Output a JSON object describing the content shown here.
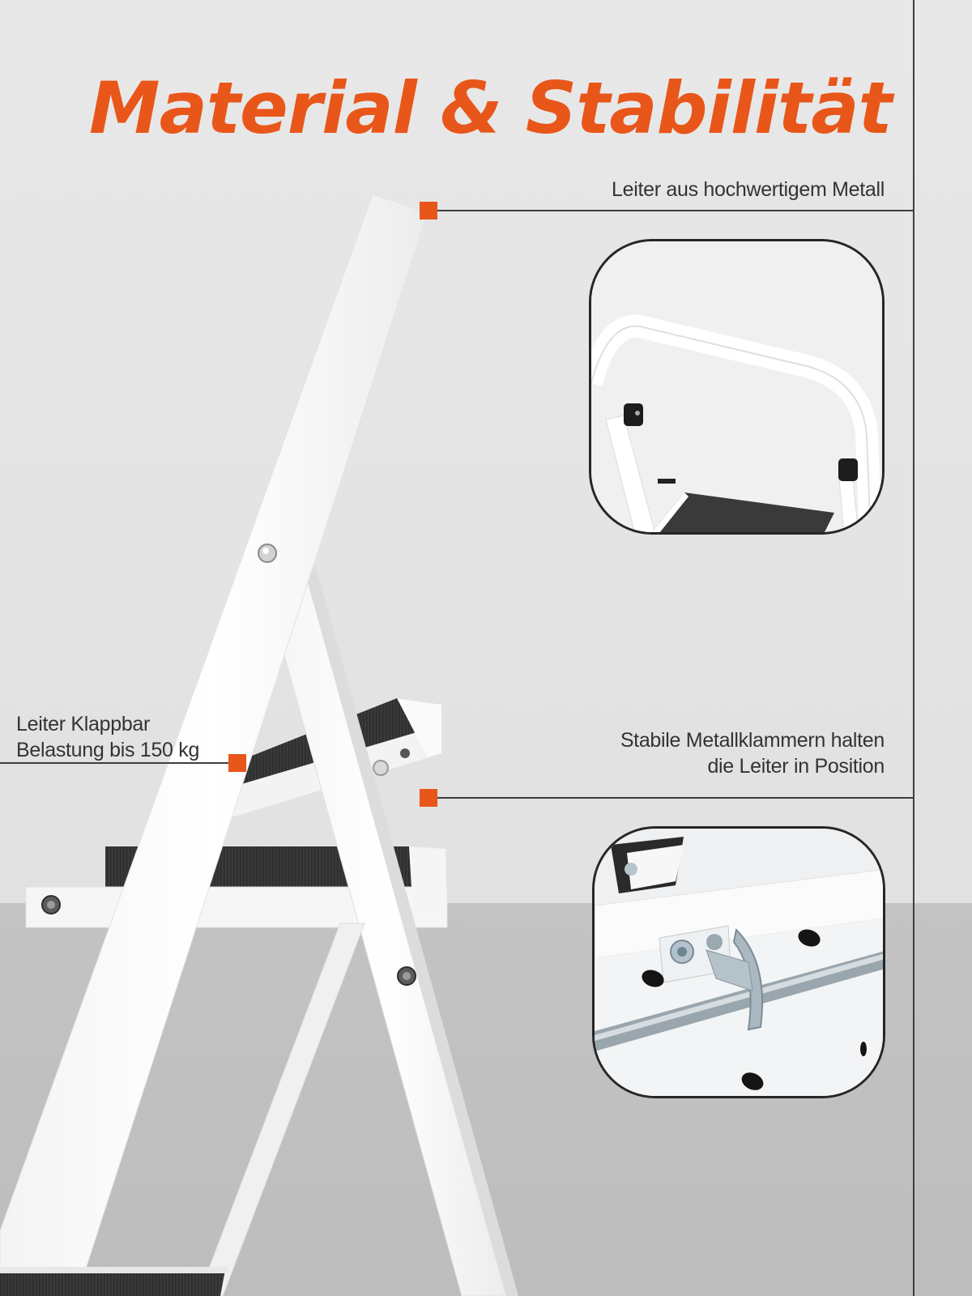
{
  "title": "Material & Stabilität",
  "colors": {
    "accent": "#e8561a",
    "text": "#333333",
    "line": "#3e3e3e",
    "wall": "#e6e6e6",
    "floor": "#c0c0c0",
    "ladder_frame": "#ffffff",
    "step_tread": "#3a3a3a"
  },
  "callouts": [
    {
      "id": "metal",
      "lines": [
        "Leiter aus hochwertigem Metall"
      ],
      "marker_icon": "orange-square-marker"
    },
    {
      "id": "foldable",
      "lines": [
        "Leiter Klappbar",
        "Belastung bis 150 kg"
      ],
      "marker_icon": "orange-square-marker"
    },
    {
      "id": "clamps",
      "lines": [
        "Stabile Metallklammern halten",
        "die Leiter in Position"
      ],
      "marker_icon": "orange-square-marker"
    }
  ],
  "detail_images": [
    {
      "id": "handrail-detail",
      "depicts": "white handrail top with black end caps and step tread"
    },
    {
      "id": "clamp-detail",
      "depicts": "metal locking clamp hooking onto steel rod"
    }
  ],
  "product": "white folding step ladder with black anti-slip steps"
}
